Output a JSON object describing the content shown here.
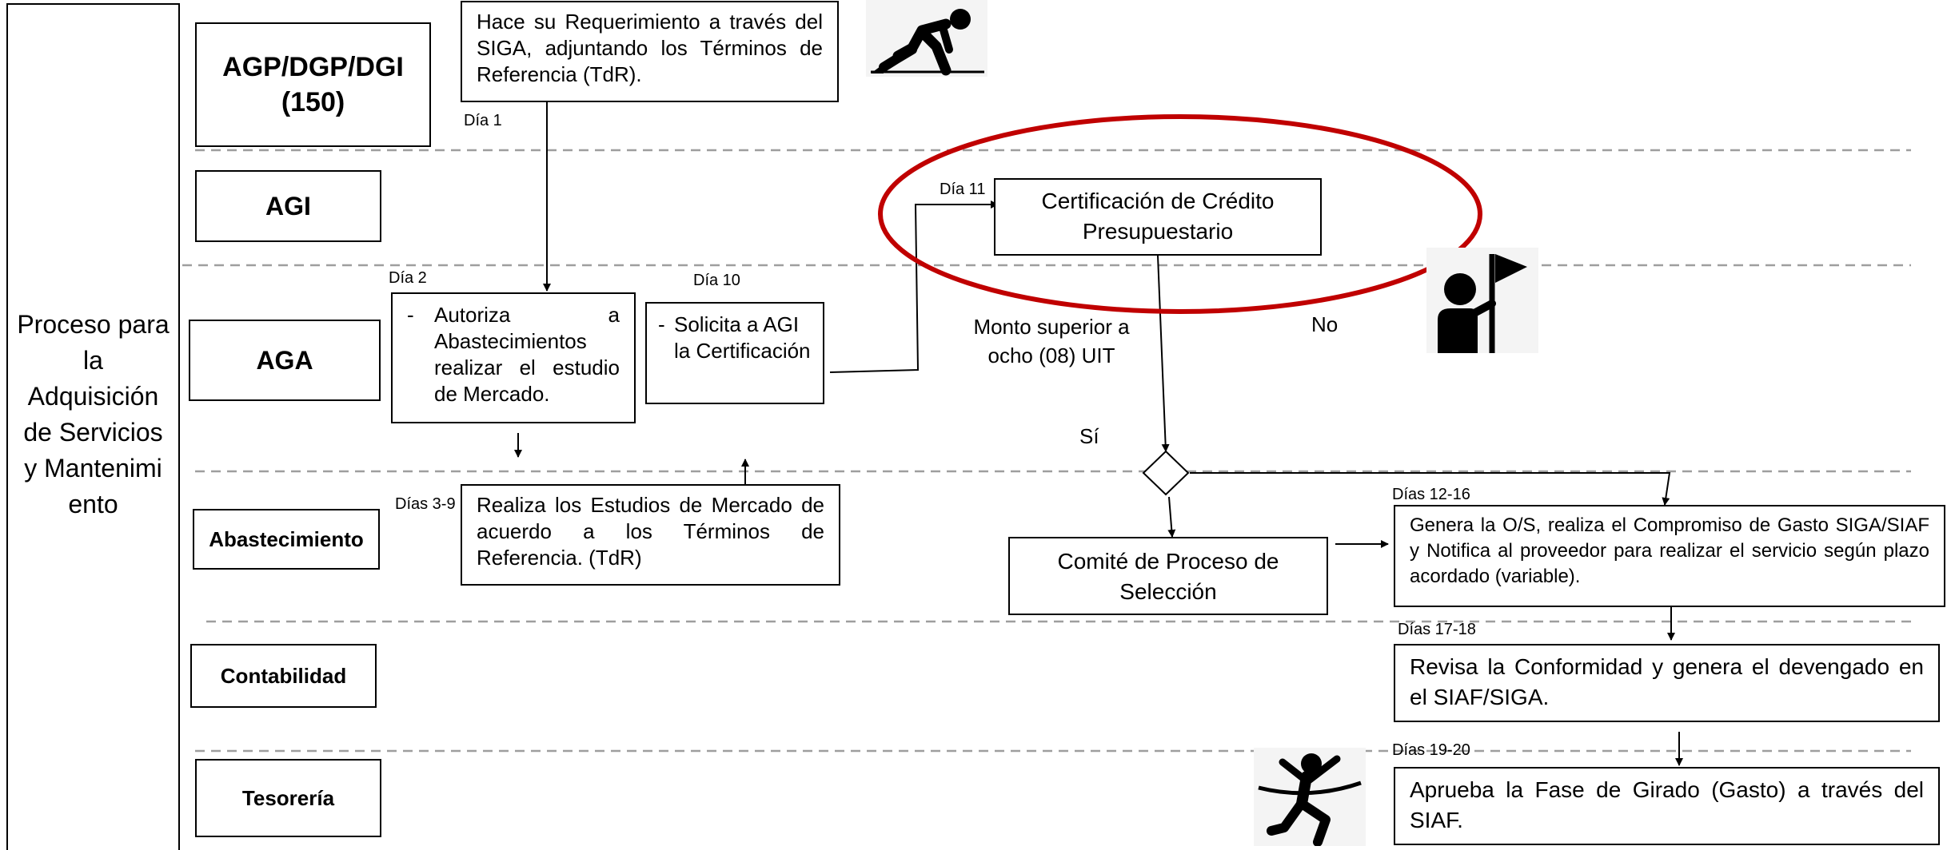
{
  "process_title": "Proceso para la Adquisición de Servicios y Mantenimi ento",
  "lanes": {
    "agp": "AGP/DGP/DGI (150)",
    "agi": "AGI",
    "aga": "AGA",
    "abastecimiento": "Abastecimiento",
    "contabilidad": "Contabilidad",
    "tesoreria": "Tesorería"
  },
  "steps": {
    "requerimiento": "Hace su Requerimiento a través del SIGA, adjuntando los Términos de Referencia (TdR).",
    "autoriza": "Autoriza a Abastecimientos realizar el estudio de Mercado.",
    "solicita": "Solicita a AGI la Certificación",
    "certificacion": "Certificación de Crédito Presupuestario",
    "estudios": "Realiza los Estudios de Mercado de acuerdo a los Términos de Referencia. (TdR)",
    "comite": "Comité de Proceso de Selección",
    "genera": "Genera la O/S, realiza el Compromiso de Gasto SIGA/SIAF y Notifica al proveedor para realizar el servicio según plazo acordado (variable).",
    "revisa": "Revisa la Conformidad y genera el devengado en el SIAF/SIGA.",
    "aprueba": "Aprueba la Fase de Girado (Gasto) a través del SIAF."
  },
  "dash_prefix": "-",
  "day_labels": {
    "dia1": "Día 1",
    "dia2": "Día 2",
    "dia10": "Día 10",
    "dia11": "Día 11",
    "dias3_9": "Días 3-9",
    "dias12_16": "Días 12-16",
    "dias17_18": "Días 17-18",
    "dias19_20": "Días 19-20"
  },
  "decision": {
    "question": "Monto superior a ocho (08) UIT",
    "no": "No",
    "yes": "Sí"
  },
  "icons": [
    "runner-start-icon",
    "person-flag-icon",
    "runner-finish-icon"
  ],
  "colors": {
    "highlight_ellipse": "#c00000",
    "lane_divider": "#9e9e9e"
  }
}
